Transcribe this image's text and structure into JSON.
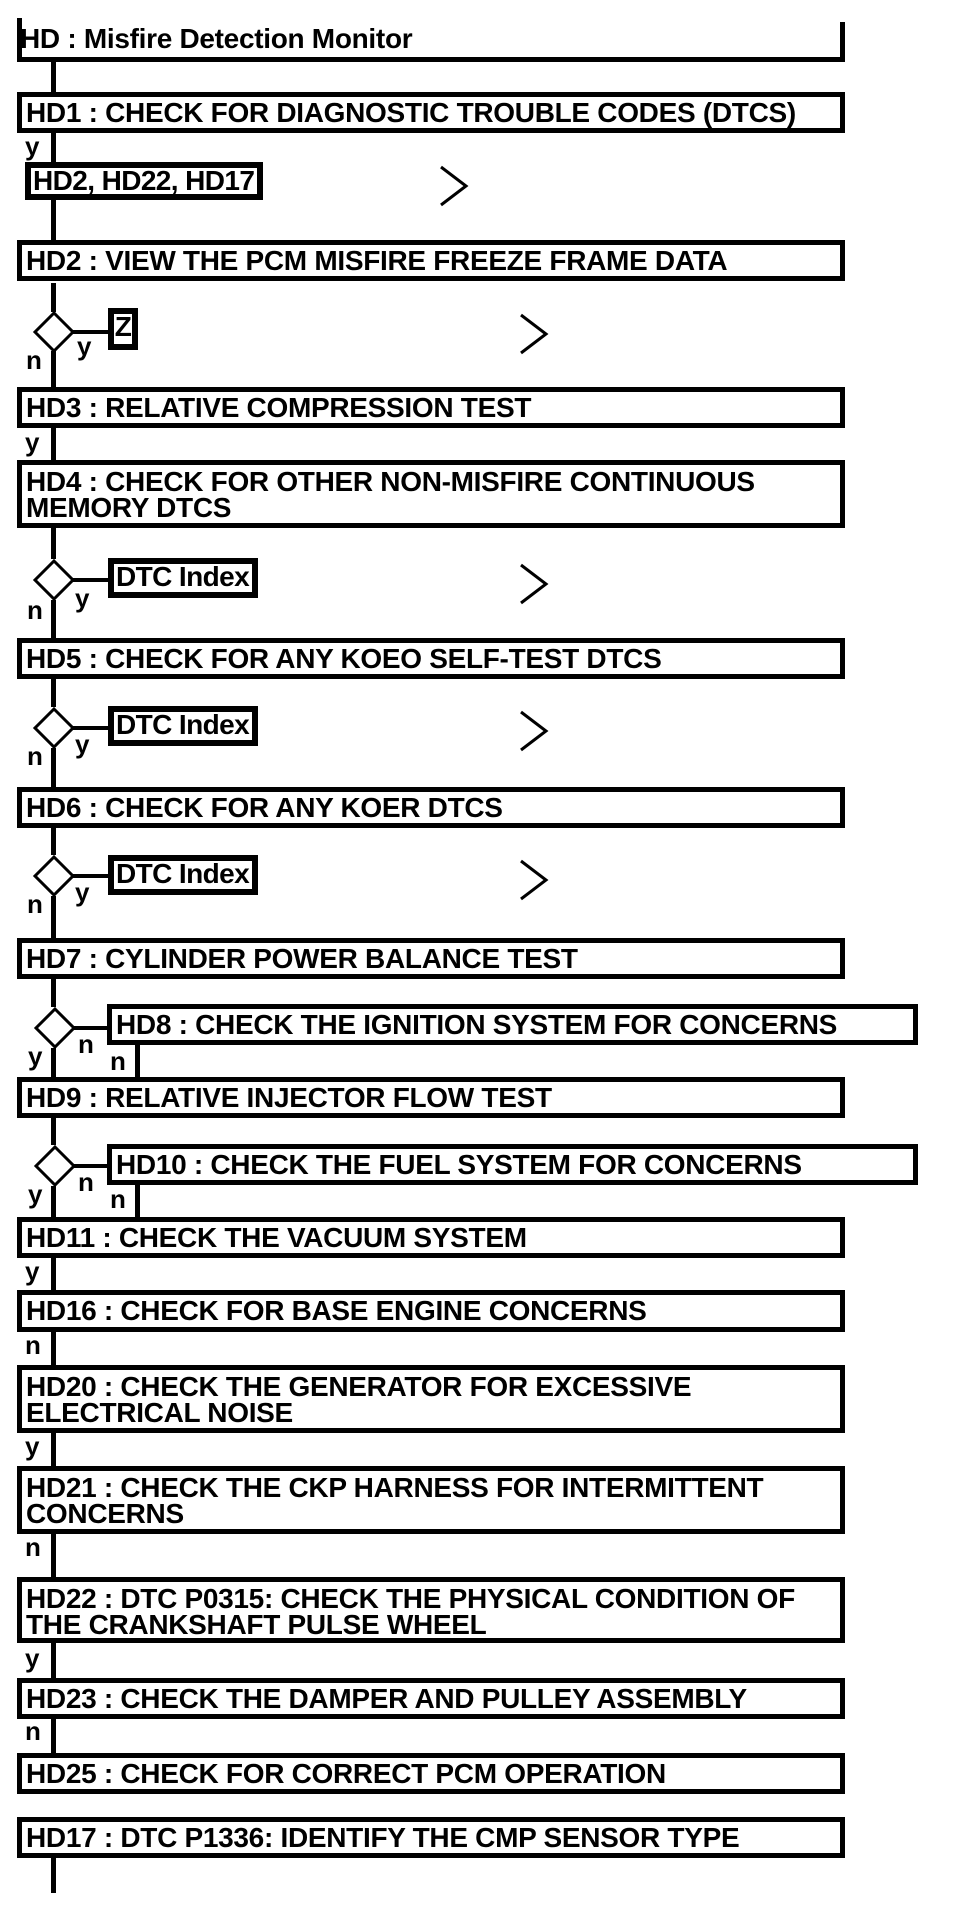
{
  "colors": {
    "ink": "#000000",
    "paper": "#ffffff"
  },
  "title": "HD : Misfire Detection Monitor",
  "labels": {
    "yes": "y",
    "no": "n"
  },
  "refs": {
    "jump_list": "HD2, HD22, HD17",
    "zoom_z": "Z",
    "dtc_index": "DTC Index"
  },
  "steps": {
    "hd1": "HD1 : CHECK FOR DIAGNOSTIC TROUBLE CODES (DTCS)",
    "hd2": "HD2 : VIEW THE PCM MISFIRE FREEZE FRAME DATA",
    "hd3": "HD3 : RELATIVE COMPRESSION TEST",
    "hd4": "HD4 : CHECK FOR OTHER NON-MISFIRE CONTINUOUS\nMEMORY DTCS",
    "hd5": "HD5 : CHECK FOR ANY KOEO SELF-TEST DTCS",
    "hd6": "HD6 : CHECK FOR ANY KOER DTCS",
    "hd7": "HD7 : CYLINDER POWER BALANCE TEST",
    "hd8": "HD8 : CHECK THE IGNITION SYSTEM FOR CONCERNS",
    "hd9": "HD9 : RELATIVE INJECTOR FLOW TEST",
    "hd10": "HD10 : CHECK THE FUEL SYSTEM FOR CONCERNS",
    "hd11": "HD11 : CHECK THE VACUUM SYSTEM",
    "hd16": "HD16 : CHECK FOR BASE ENGINE CONCERNS",
    "hd20": "HD20 : CHECK THE GENERATOR FOR EXCESSIVE\nELECTRICAL NOISE",
    "hd21": "HD21 : CHECK THE CKP HARNESS FOR INTERMITTENT\nCONCERNS",
    "hd22": "HD22 : DTC P0315: CHECK THE PHYSICAL CONDITION OF\nTHE CRANKSHAFT PULSE WHEEL",
    "hd23": "HD23 : CHECK THE DAMPER AND PULLEY ASSEMBLY",
    "hd25": "HD25 : CHECK FOR CORRECT PCM OPERATION",
    "hd17": "HD17 : DTC P1336: IDENTIFY THE CMP SENSOR TYPE"
  }
}
